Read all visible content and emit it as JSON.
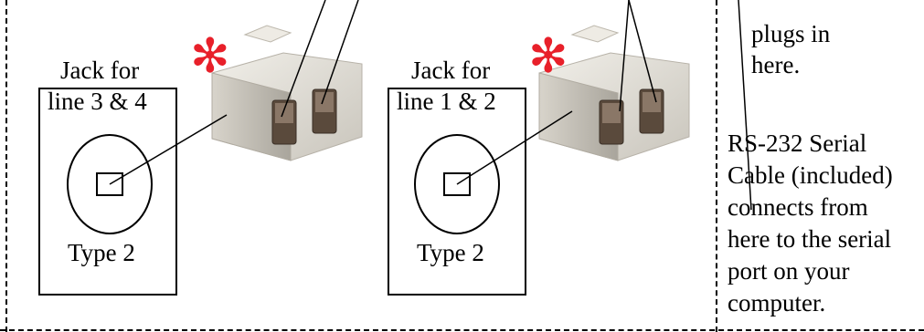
{
  "jacks": [
    {
      "label_line1": "Jack for",
      "label_line2": "line 3 & 4",
      "type_label": "Type 2"
    },
    {
      "label_line1": "Jack for",
      "label_line2": "line 1 & 2",
      "type_label": "Type 2"
    }
  ],
  "markers": {
    "asterisk": "✻",
    "color": "#e8202a"
  },
  "right_note_top": {
    "line1": "plugs in",
    "line2": "here."
  },
  "serial_note": {
    "line1": "RS-232 Serial",
    "line2": "Cable (included)",
    "line3": "connects from",
    "line4": "here to the serial",
    "line5": "port on your",
    "line6": "computer."
  },
  "icons": {
    "splitter": "rj11-splitter-icon",
    "jack_port": "jack-port-icon"
  }
}
